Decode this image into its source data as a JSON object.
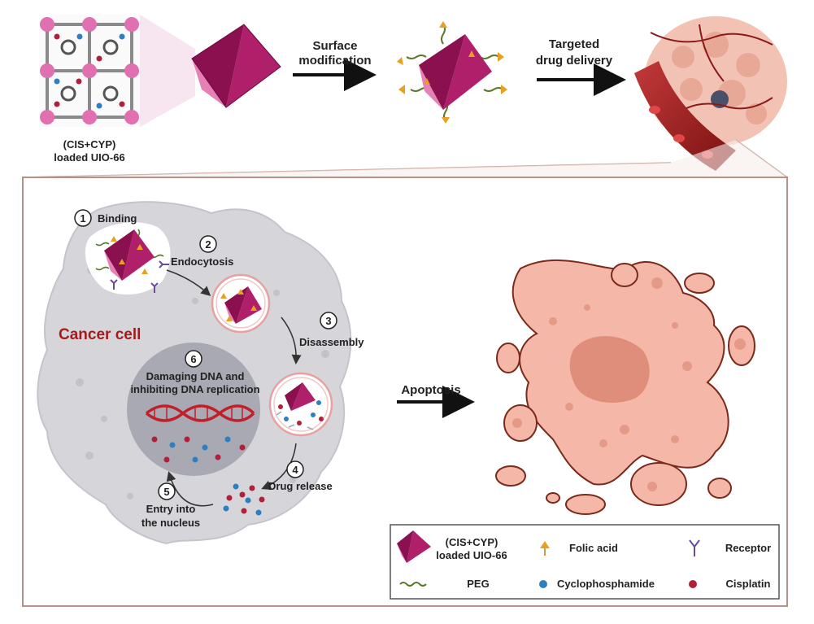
{
  "top": {
    "mof_label_1": "(CIS+CYP)",
    "mof_label_2": "loaded UIO-66",
    "arrow1_line1": "Surface",
    "arrow1_line2": "modification",
    "arrow2_line1": "Targeted",
    "arrow2_line2": "drug delivery"
  },
  "cell": {
    "title": "Cancer cell",
    "steps": [
      {
        "num": "1",
        "label": "Binding"
      },
      {
        "num": "2",
        "label": "Endocytosis"
      },
      {
        "num": "3",
        "label": "Disassembly"
      },
      {
        "num": "4",
        "label": "Drug release"
      },
      {
        "num": "5",
        "label_1": "Entry into",
        "label_2": "the nucleus"
      },
      {
        "num": "6",
        "label_1": "Damaging DNA and",
        "label_2": "inhibiting DNA replication"
      }
    ],
    "apoptosis": "Apoptosis"
  },
  "legend": {
    "mof_1": "(CIS+CYP)",
    "mof_2": "loaded UIO-66",
    "folic": "Folic acid",
    "receptor": "Receptor",
    "peg": "PEG",
    "cyclo": "Cyclophosphamide",
    "cis": "Cisplatin"
  },
  "colors": {
    "mof": "#a0175e",
    "mof_light": "#e87ab4",
    "folic": "#e8a020",
    "peg": "#5a7a2a",
    "cyclo": "#2e7fc2",
    "cisplatin": "#b02038",
    "receptor": "#6a4a9a",
    "cell": "#d5d5da",
    "apoptotic": "#f5b8a8",
    "apoptotic_edge": "#7a2a1a"
  }
}
